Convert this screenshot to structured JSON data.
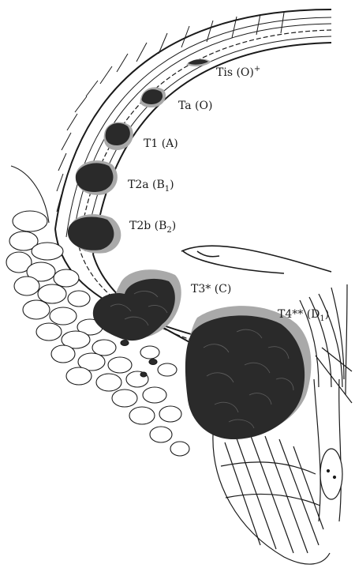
{
  "labels": [
    {
      "stage": "Tis",
      "sup": "+",
      "text": "Tis (O)"
    },
    {
      "stage": "Ta",
      "text": "Ta (O)"
    },
    {
      "stage": "T1",
      "text": "T1 (A)"
    },
    {
      "stage": "T2a",
      "pre": "T2a (B",
      "sub": "1",
      "post": ")"
    },
    {
      "stage": "T2b",
      "pre": "T2b (B",
      "sub": "2",
      "post": ")"
    },
    {
      "stage": "T3",
      "text": "T3* (C)"
    },
    {
      "stage": "T4",
      "pre": "T4** (D",
      "sub": "1",
      "post": ")"
    }
  ],
  "colors": {
    "ink": "#1a1a1a",
    "tumor": "#2a2a2a",
    "tumor_halo": "#a9a9a9",
    "wall_fill": "#ffffff"
  }
}
